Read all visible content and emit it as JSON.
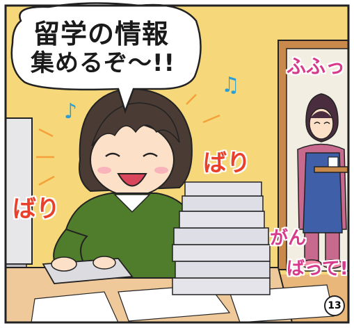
{
  "speech_bubble": {
    "line1": "留学の情報",
    "line2": "集めるぞ〜!!"
  },
  "sfx": {
    "bari_right": "ばり",
    "bari_left": "ばり",
    "fufu": "ふふっ",
    "ganbatte_1": "がん",
    "ganbatte_2": "ばって!"
  },
  "music_notes": {
    "left": "♪",
    "right": "♫"
  },
  "panel_number": "13",
  "colors": {
    "wall": "#f6d77a",
    "doorway": "#f3eee2",
    "sweater": "#4f7d2b",
    "apron": "#3f5fa8",
    "sfx_red": "#e8402a",
    "sfx_pink": "#d63a8a"
  }
}
